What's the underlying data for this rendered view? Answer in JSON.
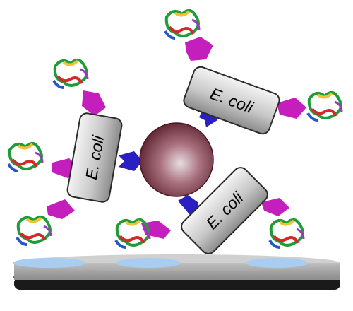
{
  "cells": [
    {
      "label": "E. coli"
    },
    {
      "label": "E. coli"
    },
    {
      "label": "E. coli"
    }
  ],
  "colors": {
    "cell_fill_light": "#f2f2f2",
    "cell_fill_dark": "#8c8c8c",
    "cell_stroke": "#2b2b2b",
    "bead_core": "#c9a7b0",
    "bead_edge": "#5a1f2c",
    "antibody_blue": "#2a1fc0",
    "antibody_magenta": "#c41fbd",
    "surface_top": "#a8a8a8",
    "surface_base": "#1a1a1a",
    "spot_blue": "#a9cdf0"
  },
  "icons": [
    "protein-ribbon-icon",
    "antibody-icon",
    "magnetic-bead-icon"
  ]
}
